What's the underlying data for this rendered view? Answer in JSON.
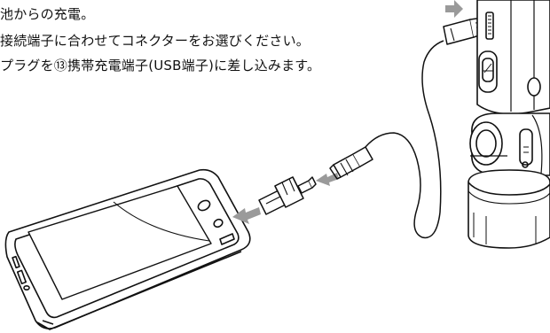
{
  "instructions": {
    "line1": "池からの充電。",
    "line2": "接続端子に合わせてコネクターをお選びください。",
    "line3": "プラグを⑬携帯充電端子(USB端子)に差し込みます。"
  },
  "colors": {
    "ink": "#111111",
    "arrow": "#9a9a9a",
    "screen": "#ffffff"
  }
}
